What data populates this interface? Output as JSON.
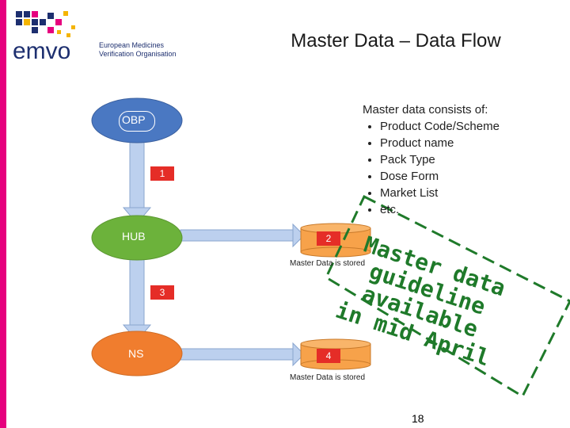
{
  "header": {
    "title": "Master Data – Data Flow",
    "logo_text": "emvo",
    "org_line1": "European Medicines",
    "org_line2": "Verification Organisation"
  },
  "flow": {
    "nodes": [
      {
        "label": "OBP",
        "color": "#4a78c2"
      },
      {
        "label": "HUB",
        "color": "#6cb23b"
      },
      {
        "label": "NS",
        "color": "#f07d2e"
      }
    ],
    "steps": [
      "1",
      "2",
      "3",
      "4"
    ],
    "db_labels": [
      "Master Data is stored",
      "Master Data is stored"
    ]
  },
  "info": {
    "heading": "Master data consists of:",
    "items": [
      "Product Code/Scheme",
      "Product name",
      "Pack Type",
      "Dose Form",
      "Market List",
      "etc."
    ]
  },
  "stamp": {
    "lines": [
      "Master data",
      "guideline available",
      "in mid April"
    ]
  },
  "footer": {
    "page_number": "18"
  },
  "colors": {
    "accent_bar": "#e6007e",
    "step_box": "#e52d27",
    "stamp": "#1f7a2a",
    "db": "#f7a24a"
  }
}
